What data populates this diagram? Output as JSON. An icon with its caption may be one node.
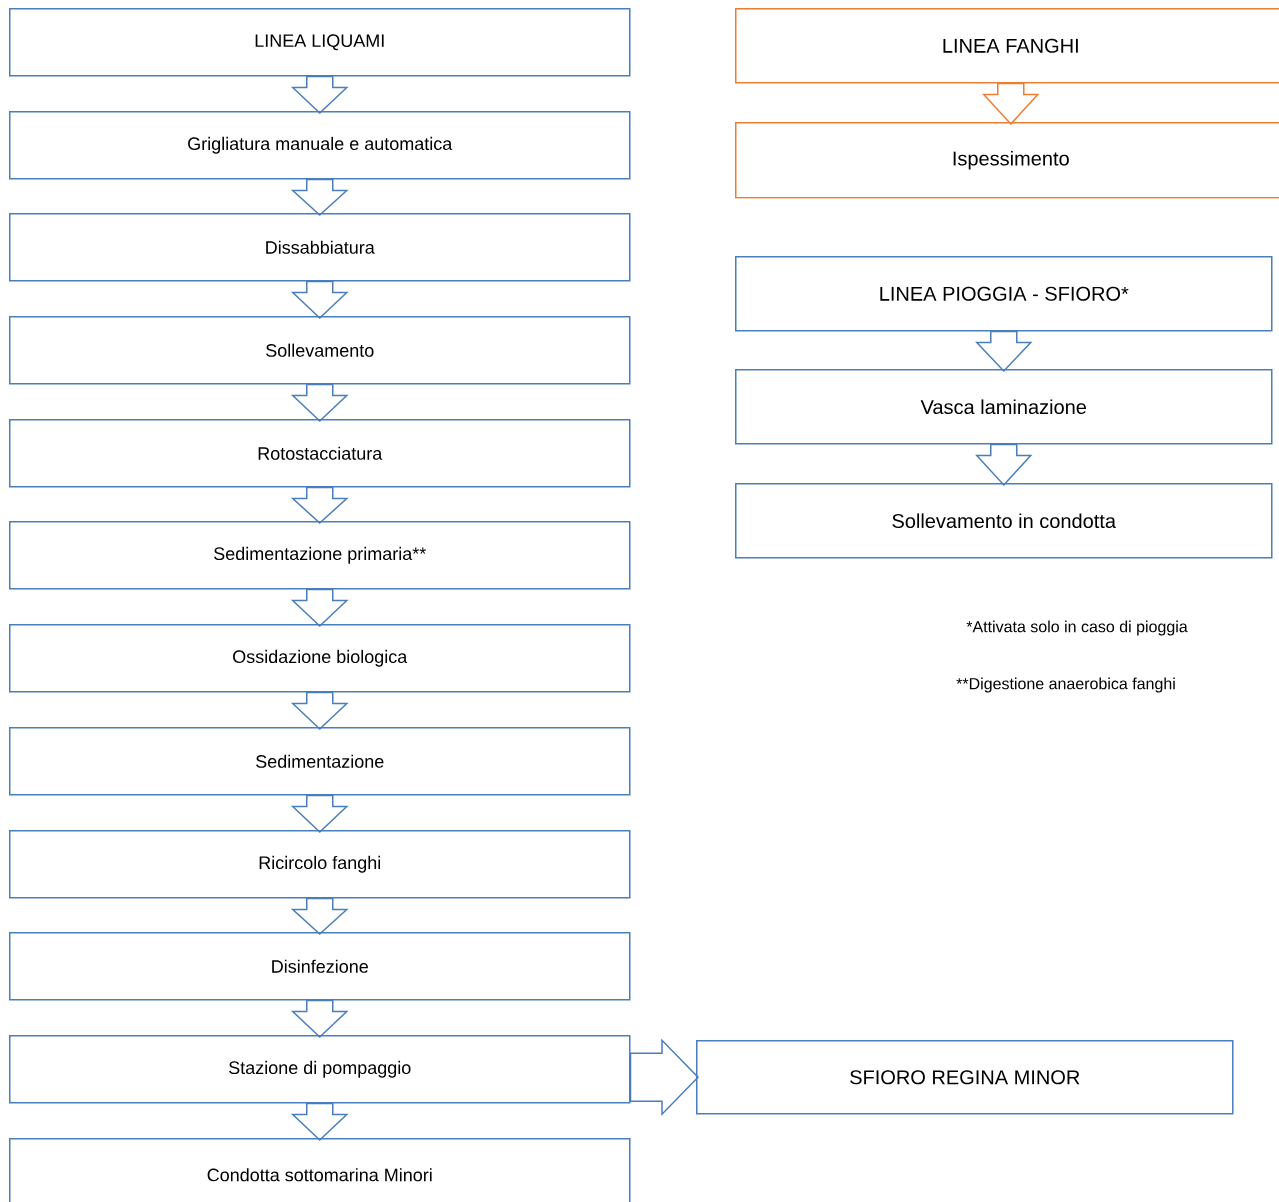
{
  "diagram": {
    "nodes": [
      {
        "text": [
          "LINEA LIQUAMI"
        ]
      },
      {
        "text": [
          "Grigliatura manuale e automatica"
        ]
      },
      {
        "text": [
          "Dissabbiatura"
        ]
      },
      {
        "text": [
          "Sollevamento"
        ]
      },
      {
        "text": [
          "Rotostacciatura"
        ]
      },
      {
        "text": [
          "Sedimentazione primaria**"
        ]
      },
      {
        "text": [
          "Ossidazione biologica"
        ]
      },
      {
        "text": [
          "Sedimentazione"
        ]
      },
      {
        "text": [
          "Ricircolo fanghi"
        ]
      },
      {
        "text": [
          "Disinfezione"
        ]
      },
      {
        "text": [
          "Stazione di pompaggio"
        ]
      },
      {
        "text": [
          "Condotta sottomarina Minori"
        ]
      },
      {
        "text": [
          "LINEA FANGHI"
        ]
      },
      {
        "text": [
          "Ispessimento"
        ]
      },
      {
        "text": [
          "LINEA PIOGGIA - SFIORO*"
        ]
      },
      {
        "text": [
          "Vasca laminazione"
        ]
      },
      {
        "text": [
          "Sollevamento in condotta"
        ]
      },
      {
        "text": [
          "SFIORO REGINA MINOR"
        ]
      }
    ],
    "edges": [
      {
        "from": 0,
        "to": 1,
        "arrow": "to"
      },
      {
        "from": 1,
        "to": 2,
        "arrow": "to"
      },
      {
        "from": 2,
        "to": 3,
        "arrow": "to"
      },
      {
        "from": 3,
        "to": 4,
        "arrow": "to"
      },
      {
        "from": 4,
        "to": 5,
        "arrow": "to"
      },
      {
        "from": 5,
        "to": 6,
        "arrow": "to"
      },
      {
        "from": 6,
        "to": 7,
        "arrow": "to"
      },
      {
        "from": 7,
        "to": 8,
        "arrow": "to"
      },
      {
        "from": 8,
        "to": 9,
        "arrow": "to"
      },
      {
        "from": 9,
        "to": 10,
        "arrow": "to"
      },
      {
        "from": 10,
        "to": 11,
        "arrow": "to"
      },
      {
        "from": 10,
        "to": 17,
        "arrow": "to"
      },
      {
        "from": 12,
        "to": 13,
        "arrow": "to",
        "color": "#ed7d31"
      },
      {
        "from": 14,
        "to": 15,
        "arrow": "to"
      },
      {
        "from": 15,
        "to": 16,
        "arrow": "to"
      }
    ],
    "labels": [
      "*Attivata solo in caso di pioggia",
      "**Digestione anaerobica fanghi"
    ]
  }
}
